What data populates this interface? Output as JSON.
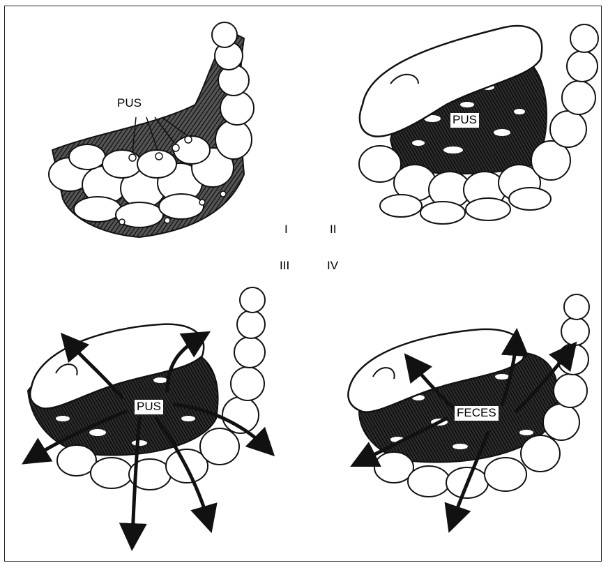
{
  "labels": {
    "panel1": "PUS",
    "panel2": "PUS",
    "panel3": "PUS",
    "panel4": "FECES"
  },
  "stages": {
    "i": "I",
    "ii": "II",
    "iii": "III",
    "iv": "IV"
  },
  "colors": {
    "ink": "#111111",
    "paper": "#ffffff",
    "shade": "#3a3a3a"
  }
}
